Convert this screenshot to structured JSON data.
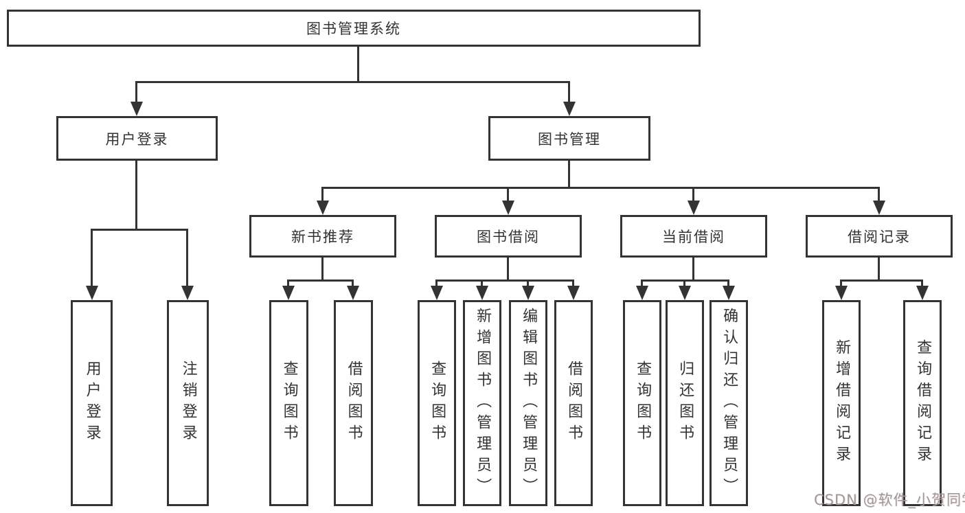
{
  "diagram": {
    "type": "tree",
    "root": "图书管理系统",
    "level2": [
      "用户登录",
      "图书管理"
    ],
    "level3": [
      "新书推荐",
      "图书借阅",
      "当前借阅",
      "借阅记录"
    ],
    "leaves_user_login": [
      "用户登录",
      "注销登录"
    ],
    "leaves_new_book_recommend": [
      "查询图书",
      "借阅图书"
    ],
    "leaves_book_borrow": [
      "查询图书",
      "新增图书（管理员）",
      "编辑图书（管理员）",
      "借阅图书"
    ],
    "leaves_current_borrow": [
      "查询图书",
      "归还图书",
      "确认归还（管理员）"
    ],
    "leaves_borrow_records": [
      "新增借阅记录",
      "查询借阅记录"
    ]
  },
  "watermark": "CSDN @软件_小贺同学",
  "colors": {
    "line": "#333333",
    "text": "#333333",
    "box_bg": "#ffffff",
    "watermark": "#9b9b9b",
    "background": "#ffffff"
  }
}
